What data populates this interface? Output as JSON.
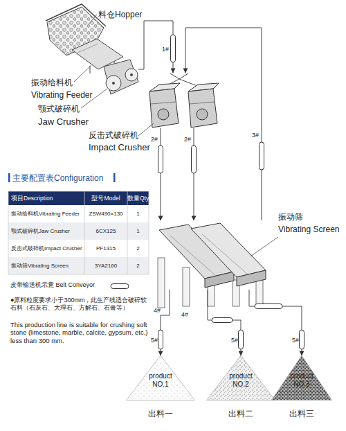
{
  "diagram": {
    "nodes": [
      {
        "text": [
          "料仓Hopper"
        ]
      },
      {
        "text": [
          "振动给料机",
          "Vibrating Feeder"
        ]
      },
      {
        "text": [
          "颚式破碎机",
          "Jaw Crusher"
        ]
      },
      {
        "text": [
          "反击式破碎机",
          "Impact Crusher"
        ]
      },
      {
        "text": [
          "振动筛",
          "Vibrating Screen"
        ]
      },
      {
        "text": [
          "product NO.1",
          "出料一"
        ]
      },
      {
        "text": [
          "product NO.2",
          "出料二"
        ]
      },
      {
        "text": [
          "product NO.3",
          "出料三"
        ]
      }
    ],
    "edges": [
      {
        "from": 2,
        "to": 3,
        "label": "1#",
        "arrow": "to"
      },
      {
        "from": 3,
        "to": 4,
        "label": "2#",
        "arrow": "to"
      },
      {
        "from": 3,
        "to": 4,
        "label": "2#",
        "arrow": "to"
      },
      {
        "from": 4,
        "to": 3,
        "label": "3#",
        "arrow": "to"
      },
      {
        "from": 4,
        "to": 5,
        "label": "5#",
        "arrow": "to"
      },
      {
        "from": 4,
        "to": 6,
        "label": "5#",
        "arrow": "to"
      },
      {
        "from": 4,
        "to": 7,
        "label": "5#",
        "arrow": "to"
      }
    ],
    "labels": [
      "主要配置表Configuration",
      "项目Description",
      "型号Model",
      "数量Qty",
      "振动给料机Vibrating Feeder",
      "ZSW490×130",
      "1",
      "颚式破碎机Jaw Crusher",
      "6CX125",
      "1",
      "反击式破碎机Impact Crusher",
      "PF1315",
      "2",
      "振动筛Vibrating Screen",
      "3YA2160",
      "2",
      "●原料粒度要求小于300mm，此生产线适合破碎软石料（石灰石、大理石、方解石、石膏等）",
      "This production line is suitable for crushing soft stone (limestone, marble, calcite, gypsum, etc.) less than 300 mm.",
      "4#",
      "4#"
    ],
    "legend": [
      {
        "text": "皮带输送机示意 Belt Conveyor"
      }
    ]
  }
}
